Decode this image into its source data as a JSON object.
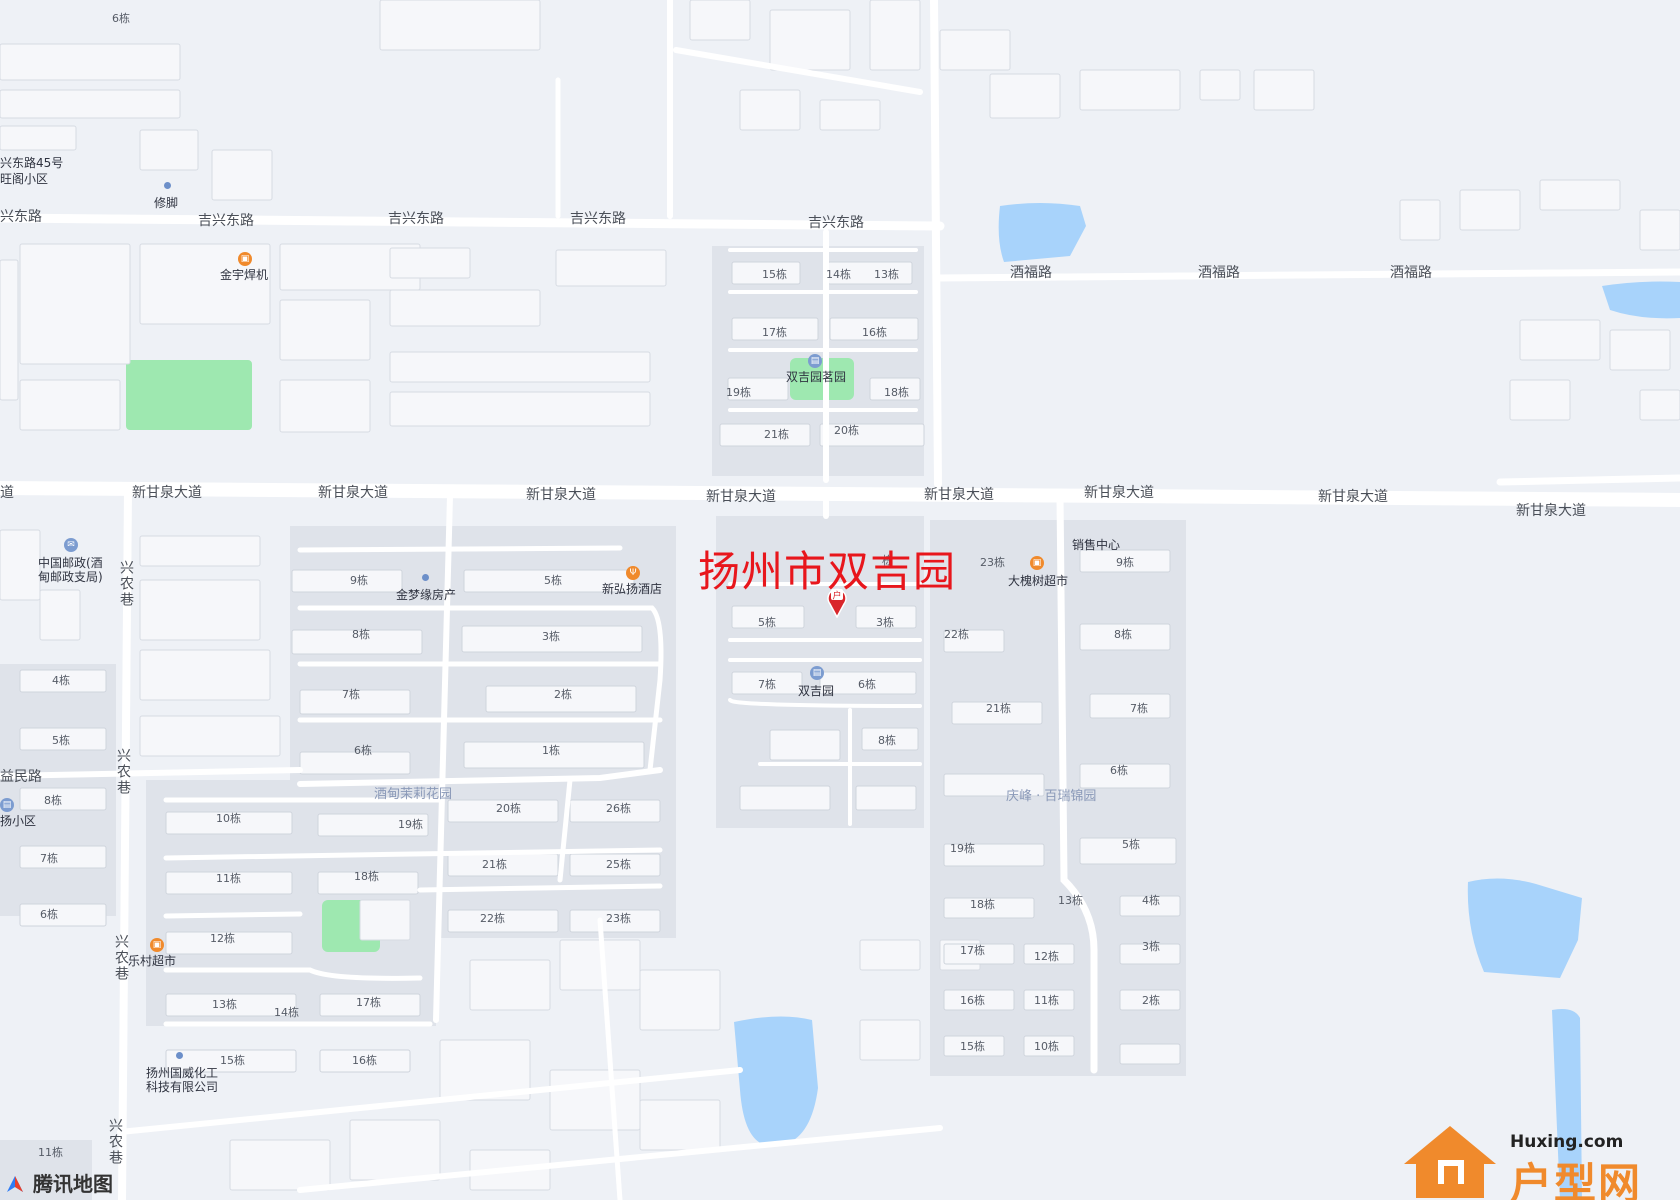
{
  "title": "扬州市双吉园",
  "attribution": "腾讯地图",
  "brand": {
    "domain": "Huxing.com",
    "name": "户型网",
    "color": "#f08a2c"
  },
  "colors": {
    "background": "#eef1f6",
    "road": "#ffffff",
    "block": "#dfe3ea",
    "building": "#f6f7fa",
    "water": "#a8d3fb",
    "park": "#9ee8b0",
    "title": "#e8161c"
  },
  "roads": [
    {
      "id": "jixing-1",
      "text": "吉兴东路"
    },
    {
      "id": "jixing-2",
      "text": "吉兴东路"
    },
    {
      "id": "jixing-3",
      "text": "吉兴东路"
    },
    {
      "id": "jixing-4",
      "text": "吉兴东路"
    },
    {
      "id": "jixing-left",
      "text": "兴东路"
    },
    {
      "id": "jiufu-1",
      "text": "酒福路"
    },
    {
      "id": "jiufu-2",
      "text": "酒福路"
    },
    {
      "id": "jiufu-3",
      "text": "酒福路"
    },
    {
      "id": "xgq-0",
      "text": "道"
    },
    {
      "id": "xgq-1",
      "text": "新甘泉大道"
    },
    {
      "id": "xgq-2",
      "text": "新甘泉大道"
    },
    {
      "id": "xgq-3",
      "text": "新甘泉大道"
    },
    {
      "id": "xgq-4",
      "text": "新甘泉大道"
    },
    {
      "id": "xgq-5",
      "text": "新甘泉大道"
    },
    {
      "id": "xgq-6",
      "text": "新甘泉大道"
    },
    {
      "id": "xgq-7",
      "text": "新甘泉大道"
    },
    {
      "id": "xgq-8",
      "text": "新甘泉大道"
    },
    {
      "id": "yimin",
      "text": "益民路"
    }
  ],
  "vertical_roads": [
    {
      "id": "xingnong-1",
      "text": "兴农巷"
    },
    {
      "id": "xingnong-2",
      "text": "兴农巷"
    },
    {
      "id": "xingnong-3",
      "text": "兴农巷"
    },
    {
      "id": "xingnong-4",
      "text": "兴农巷"
    }
  ],
  "pois": [
    {
      "id": "address-45",
      "text": "兴东路45号"
    },
    {
      "id": "wangge",
      "text": "旺阁小区"
    },
    {
      "id": "xiujiao",
      "text": "修脚"
    },
    {
      "id": "jinyu",
      "text": "金宇焊机"
    },
    {
      "id": "mingyuan",
      "text": "双吉园茗园"
    },
    {
      "id": "post-1",
      "text": "中国邮政(酒"
    },
    {
      "id": "post-2",
      "text": "甸邮政支局)"
    },
    {
      "id": "jinmeng",
      "text": "金梦缘房产"
    },
    {
      "id": "hotel",
      "text": "新弘扬酒店"
    },
    {
      "id": "shuangjiyuan",
      "text": "双吉园"
    },
    {
      "id": "supermarket",
      "text": "大槐树超市"
    },
    {
      "id": "sales",
      "text": "销售中心"
    },
    {
      "id": "lecun",
      "text": "乐村超市"
    },
    {
      "id": "guowei-1",
      "text": "扬州国威化工"
    },
    {
      "id": "guowei-2",
      "text": "科技有限公司"
    },
    {
      "id": "yang-xiaoqu",
      "text": "扬小区"
    }
  ],
  "areas": [
    {
      "id": "molihua",
      "text": "酒甸茉莉花园"
    },
    {
      "id": "qingfeng",
      "text": "庆峰 · 百瑞锦园"
    }
  ],
  "buildings": [
    {
      "t": "6栋"
    },
    {
      "t": "15栋"
    },
    {
      "t": "14栋"
    },
    {
      "t": "13栋"
    },
    {
      "t": "17栋"
    },
    {
      "t": "16栋"
    },
    {
      "t": "19栋"
    },
    {
      "t": "18栋"
    },
    {
      "t": "21栋"
    },
    {
      "t": "20栋"
    },
    {
      "t": "9栋"
    },
    {
      "t": "5栋"
    },
    {
      "t": "8栋"
    },
    {
      "t": "3栋"
    },
    {
      "t": "7栋"
    },
    {
      "t": "2栋"
    },
    {
      "t": "6栋"
    },
    {
      "t": "1栋"
    },
    {
      "t": "10栋"
    },
    {
      "t": "19栋"
    },
    {
      "t": "20栋"
    },
    {
      "t": "26栋"
    },
    {
      "t": "11栋"
    },
    {
      "t": "18栋"
    },
    {
      "t": "21栋"
    },
    {
      "t": "25栋"
    },
    {
      "t": "22栋"
    },
    {
      "t": "23栋"
    },
    {
      "t": "12栋"
    },
    {
      "t": "13栋"
    },
    {
      "t": "14栋"
    },
    {
      "t": "17栋"
    },
    {
      "t": "15栋"
    },
    {
      "t": "16栋"
    },
    {
      "t": "5栋"
    },
    {
      "t": "3栋"
    },
    {
      "t": "7栋"
    },
    {
      "t": "6栋"
    },
    {
      "t": "8栋"
    },
    {
      "t": "23栋"
    },
    {
      "t": "9栋"
    },
    {
      "t": "22栋"
    },
    {
      "t": "8栋"
    },
    {
      "t": "21栋"
    },
    {
      "t": "7栋"
    },
    {
      "t": "6栋"
    },
    {
      "t": "19栋"
    },
    {
      "t": "5栋"
    },
    {
      "t": "18栋"
    },
    {
      "t": "13栋"
    },
    {
      "t": "4栋"
    },
    {
      "t": "17栋"
    },
    {
      "t": "12栋"
    },
    {
      "t": "3栋"
    },
    {
      "t": "16栋"
    },
    {
      "t": "11栋"
    },
    {
      "t": "2栋"
    },
    {
      "t": "15栋"
    },
    {
      "t": "10栋"
    },
    {
      "t": "4栋"
    },
    {
      "t": "5栋"
    },
    {
      "t": "8栋"
    },
    {
      "t": "7栋"
    },
    {
      "t": "6栋"
    },
    {
      "t": "11栋"
    },
    {
      "t": "栋"
    }
  ]
}
